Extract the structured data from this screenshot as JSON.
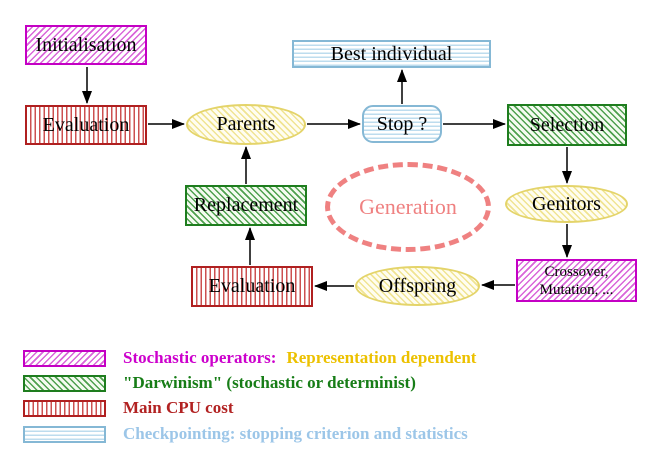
{
  "diagram": {
    "nodes": {
      "initialisation": {
        "label": "Initialisation"
      },
      "evaluation_top": {
        "label": "Evaluation"
      },
      "parents": {
        "label": "Parents"
      },
      "stop": {
        "label": "Stop ?"
      },
      "best_individual": {
        "label": "Best individual"
      },
      "selection": {
        "label": "Selection"
      },
      "genitors": {
        "label": "Genitors"
      },
      "crossover_mutation": {
        "line1": "Crossover,",
        "line2": "Mutation, ..."
      },
      "offspring": {
        "label": "Offspring"
      },
      "evaluation_bottom": {
        "label": "Evaluation"
      },
      "replacement": {
        "label": "Replacement"
      },
      "generation": {
        "label": "Generation"
      }
    },
    "arrows": [
      {
        "from": "initialisation",
        "to": "evaluation_top"
      },
      {
        "from": "evaluation_top",
        "to": "parents"
      },
      {
        "from": "parents",
        "to": "stop"
      },
      {
        "from": "stop",
        "to": "best_individual"
      },
      {
        "from": "stop",
        "to": "selection"
      },
      {
        "from": "selection",
        "to": "genitors"
      },
      {
        "from": "genitors",
        "to": "crossover_mutation"
      },
      {
        "from": "crossover_mutation",
        "to": "offspring"
      },
      {
        "from": "offspring",
        "to": "evaluation_bottom"
      },
      {
        "from": "evaluation_bottom",
        "to": "replacement"
      },
      {
        "from": "replacement",
        "to": "parents"
      }
    ],
    "legend": {
      "items": [
        {
          "swatch": "magenta-diagonal-hatch",
          "text": "Stochastic operators:",
          "text2": "Representation dependent",
          "color": "#cc00cc",
          "color2": "#ecc100"
        },
        {
          "swatch": "green-diagonal-hatch",
          "text": "\"Darwinism\" (stochastic or determinist)",
          "color": "#177d17"
        },
        {
          "swatch": "red-vertical-stripes",
          "text": "Main CPU cost",
          "color": "#b22222"
        },
        {
          "swatch": "cyan-horizontal-stripes",
          "text": "Checkpointing: stopping criterion and statistics",
          "color": "#9cc6e8"
        }
      ]
    },
    "colors": {
      "magenta_border": "#c400c4",
      "green_border": "#1e7d1e",
      "red_border": "#b02020",
      "cyan_border": "#85b8d5",
      "yellow_border": "#e4d46a",
      "generation_dash": "#ef8181",
      "arrow": "#000000",
      "background": "#ffffff"
    }
  }
}
